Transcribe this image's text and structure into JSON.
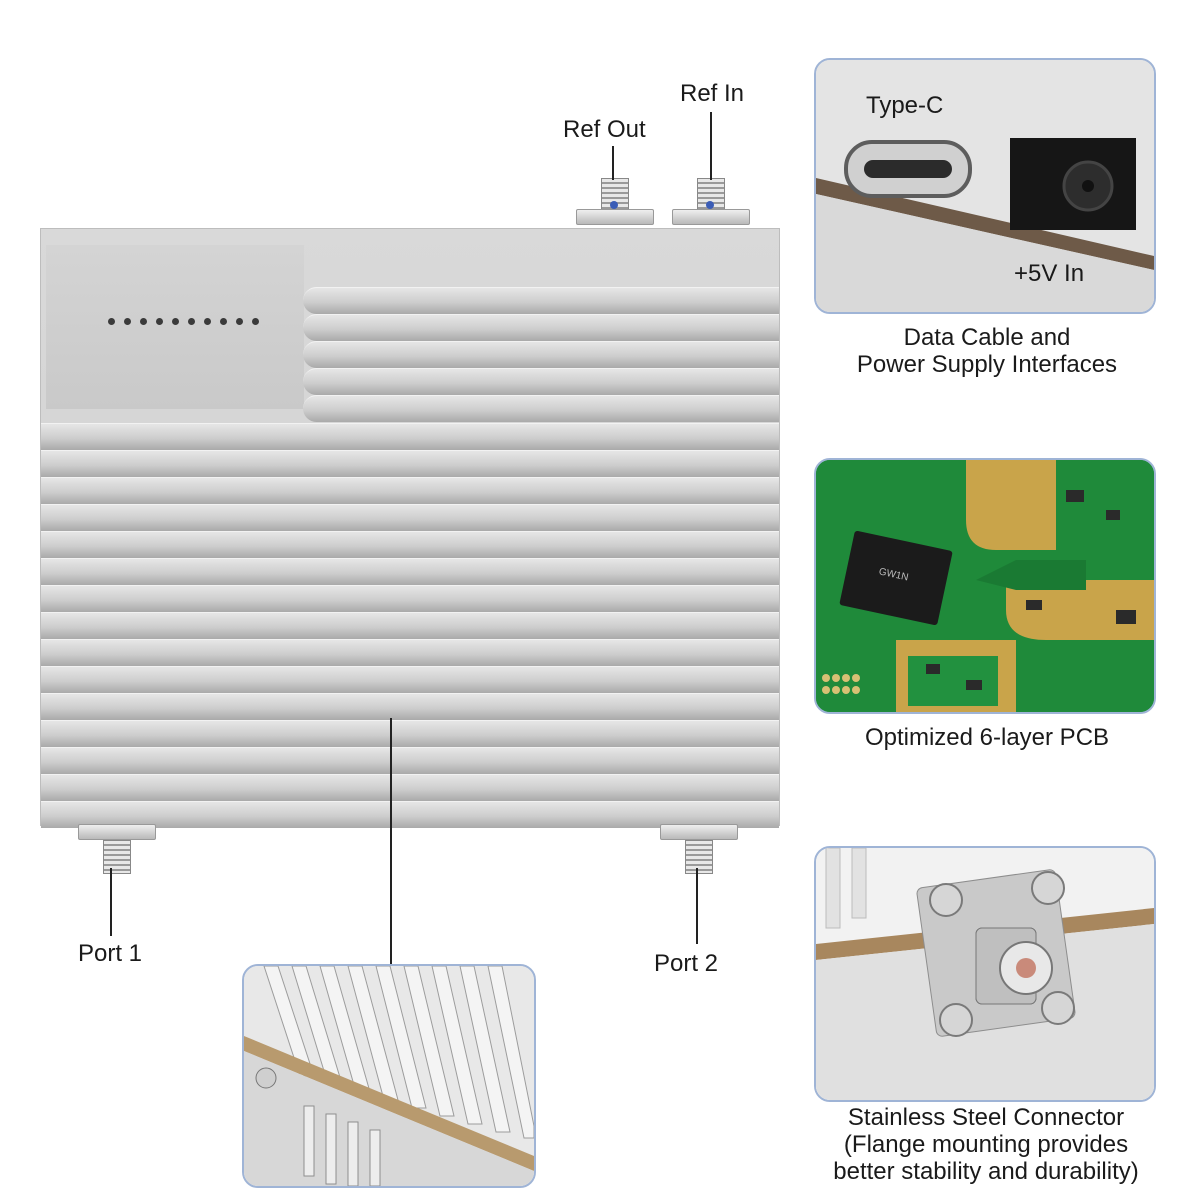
{
  "connectors": {
    "ref_out": "Ref Out",
    "ref_in": "Ref In",
    "port_1": "Port 1",
    "port_2": "Port 2"
  },
  "interface_inset": {
    "type_c_label": "Type-C",
    "power_label": "+5V In",
    "caption_line1": "Data Cable and",
    "caption_line2": "Power Supply Interfaces"
  },
  "pcb_inset": {
    "chip_text": "GW1N",
    "caption": "Optimized 6-layer PCB"
  },
  "connector_inset": {
    "caption_line1": "Stainless Steel Connector",
    "caption_line2": "(Flange mounting provides",
    "caption_line3": "better stability and durability)"
  },
  "colors": {
    "aluminum": "#d3d3d3",
    "pcb_green": "#1f8a3a",
    "gold_trace": "#c9a44a",
    "inset_border": "#9fb4d6"
  }
}
